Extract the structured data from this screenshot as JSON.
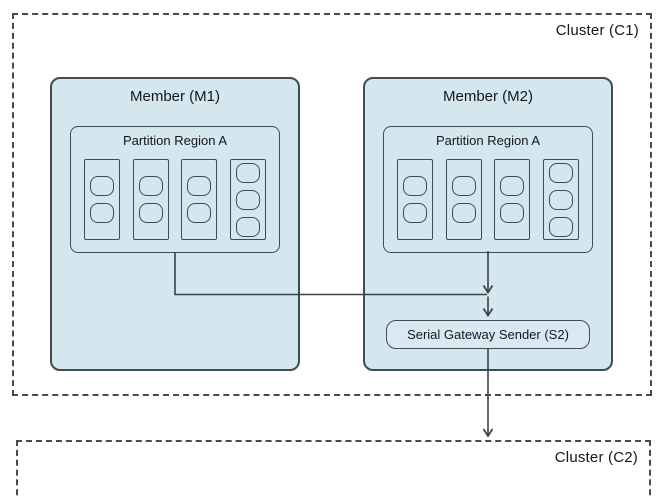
{
  "colors": {
    "background": "#ffffff",
    "member_fill": "#d4e6ee",
    "gateway_fill": "#d9e9f1",
    "box_stroke": "#3f4b55",
    "connector_stroke": "#3b4249",
    "dashed_stroke": "#4a4a4a",
    "text_color": "#14181c"
  },
  "clusters": {
    "c1": {
      "label": "Cluster (C1)"
    },
    "c2": {
      "label": "Cluster (C2)"
    }
  },
  "members": [
    {
      "label": "Member (M1)",
      "partition": {
        "label": "Partition Region A",
        "buckets": [
          2,
          2,
          2,
          3
        ]
      }
    },
    {
      "label": "Member (M2)",
      "partition": {
        "label": "Partition Region A",
        "buckets": [
          2,
          2,
          2,
          3
        ]
      },
      "gateway": {
        "label": "Serial Gateway Sender (S2)"
      }
    }
  ],
  "edges": [
    {
      "from": "partition-region-a-m1",
      "to": "junction-above-gateway",
      "arrow": false
    },
    {
      "from": "partition-region-a-m2",
      "to": "junction-above-gateway",
      "arrow": true
    },
    {
      "from": "junction-above-gateway",
      "to": "serial-gateway-sender-s2",
      "arrow": true
    },
    {
      "from": "serial-gateway-sender-s2",
      "to": "cluster-c2",
      "arrow": true
    }
  ]
}
